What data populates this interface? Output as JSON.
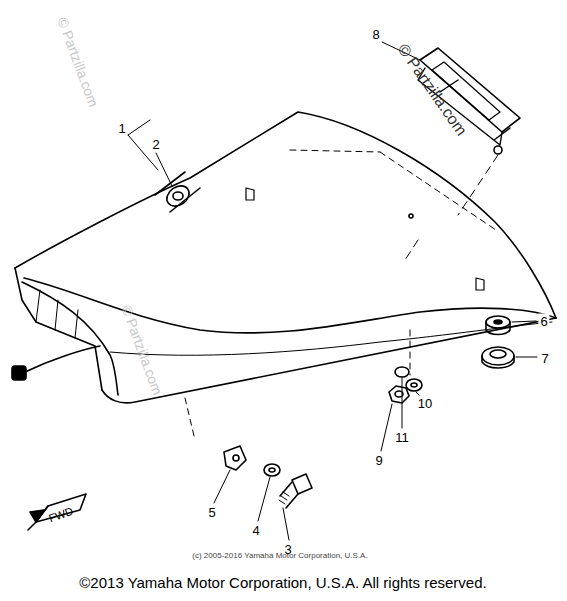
{
  "diagram": {
    "labels": [
      "1",
      "2",
      "8",
      "6",
      "7",
      "10",
      "11",
      "9",
      "5",
      "4",
      "3",
      "FWD",
      "© Partzilla.com",
      "© Partzilla.com",
      "© Partzilla.com",
      "(c) 2005-2016 Yamaha Motor Corporation, U.S.A.",
      "©2013 Yamaha Motor Corporation, U.S.A. All rights reserved."
    ]
  }
}
